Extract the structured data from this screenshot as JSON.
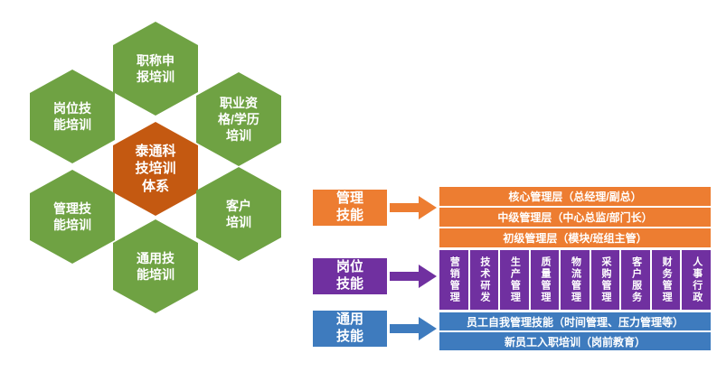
{
  "colors": {
    "hex_green": "#6FA243",
    "hex_center_orange": "#C45911",
    "management_orange": "#ED7D31",
    "position_purple": "#7030A0",
    "general_blue": "#3E7BBE"
  },
  "hexmap": {
    "center": {
      "label": "泰通科\n技培训\n体系"
    },
    "top": {
      "label": "职称申\n报培训"
    },
    "upper_left": {
      "label": "岗位技\n能培训"
    },
    "upper_right": {
      "label": "职业资\n格/学历\n培训"
    },
    "lower_left": {
      "label": "管理技\n能培训"
    },
    "lower_right": {
      "label": "客户\n培训"
    },
    "bottom": {
      "label": "通用技\n能培训"
    }
  },
  "panel": {
    "management": {
      "label": "管理\n技能",
      "rows": [
        "核心管理层（总经理/副总）",
        "中级管理层（中心总监/部门长）",
        "初级管理层（模块/班组主管）"
      ]
    },
    "position": {
      "label": "岗位\n技能",
      "columns": [
        "营销管理",
        "技术研发",
        "生产管理",
        "质量管理",
        "物流管理",
        "采购管理",
        "客户服务",
        "财务管理",
        "人事行政"
      ]
    },
    "general": {
      "label": "通用\n技能",
      "rows": [
        "员工自我管理技能（时间管理、压力管理等）",
        "新员工入职培训（岗前教育）"
      ]
    }
  }
}
